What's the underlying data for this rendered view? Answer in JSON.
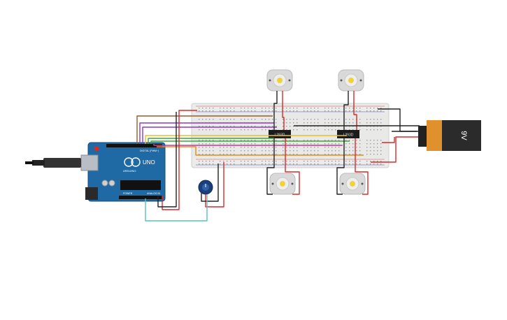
{
  "canvas": {
    "background": "#ffffff"
  },
  "components": {
    "battery": {
      "label": "9V",
      "body_color": "#2b2b2b",
      "cap_color": "#e0902c"
    },
    "driver_left": {
      "label": "L293D"
    },
    "driver_right": {
      "label": "L293D"
    },
    "arduino": {
      "brand": "UNO",
      "sub": "ARDUINO",
      "power_label": "POWER",
      "analog_label": "ANALOG IN",
      "digital_label": "DIGITAL (PWM~)",
      "color": "#1f6aa5"
    },
    "motors": [
      "motor-top-left",
      "motor-top-right",
      "motor-bottom-left",
      "motor-bottom-right"
    ],
    "potentiometer": {
      "color": "#1a3f7a"
    }
  },
  "wire_colors": {
    "red": "#d62b2b",
    "black": "#222222",
    "brown": "#9a5a2c",
    "purple": "#8a3cc2",
    "yellow": "#e0c22a",
    "green": "#3fa43f",
    "orange": "#e08a1f",
    "cyan": "#58bfc4",
    "magenta": "#c23c98"
  }
}
